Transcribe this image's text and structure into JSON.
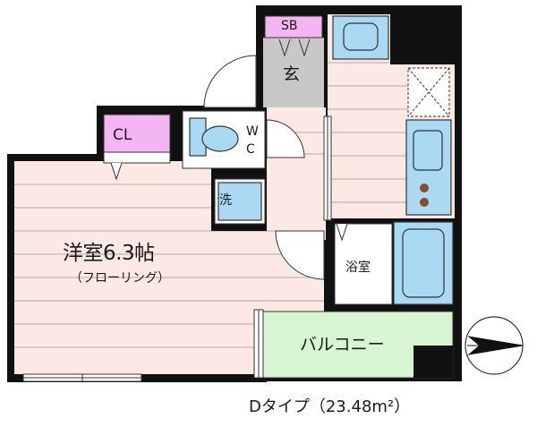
{
  "rooms": {
    "western_room": {
      "name": "洋室6.3帖",
      "floor": "（フローリング）"
    },
    "closet": "CL",
    "shoe_box": "SB",
    "entrance": "玄",
    "toilet_w": "W",
    "toilet_c": "C",
    "washer": "洗",
    "bathroom": "浴室",
    "balcony": "バルコニー"
  },
  "plan_type": "Dタイプ（23.48m²）",
  "colors": {
    "wall": "#111111",
    "floor": "#fce9e4",
    "floor_line": "#b5a9a4",
    "storage": "#f4b6f2",
    "entrance": "#c8c8c8",
    "fixture": "#a9d9f3",
    "balcony": "#d6f5d0"
  },
  "icons": [
    "toilet-icon",
    "sink-icon",
    "stove-burner-icon",
    "bathtub-icon",
    "compass-arrow-icon"
  ]
}
